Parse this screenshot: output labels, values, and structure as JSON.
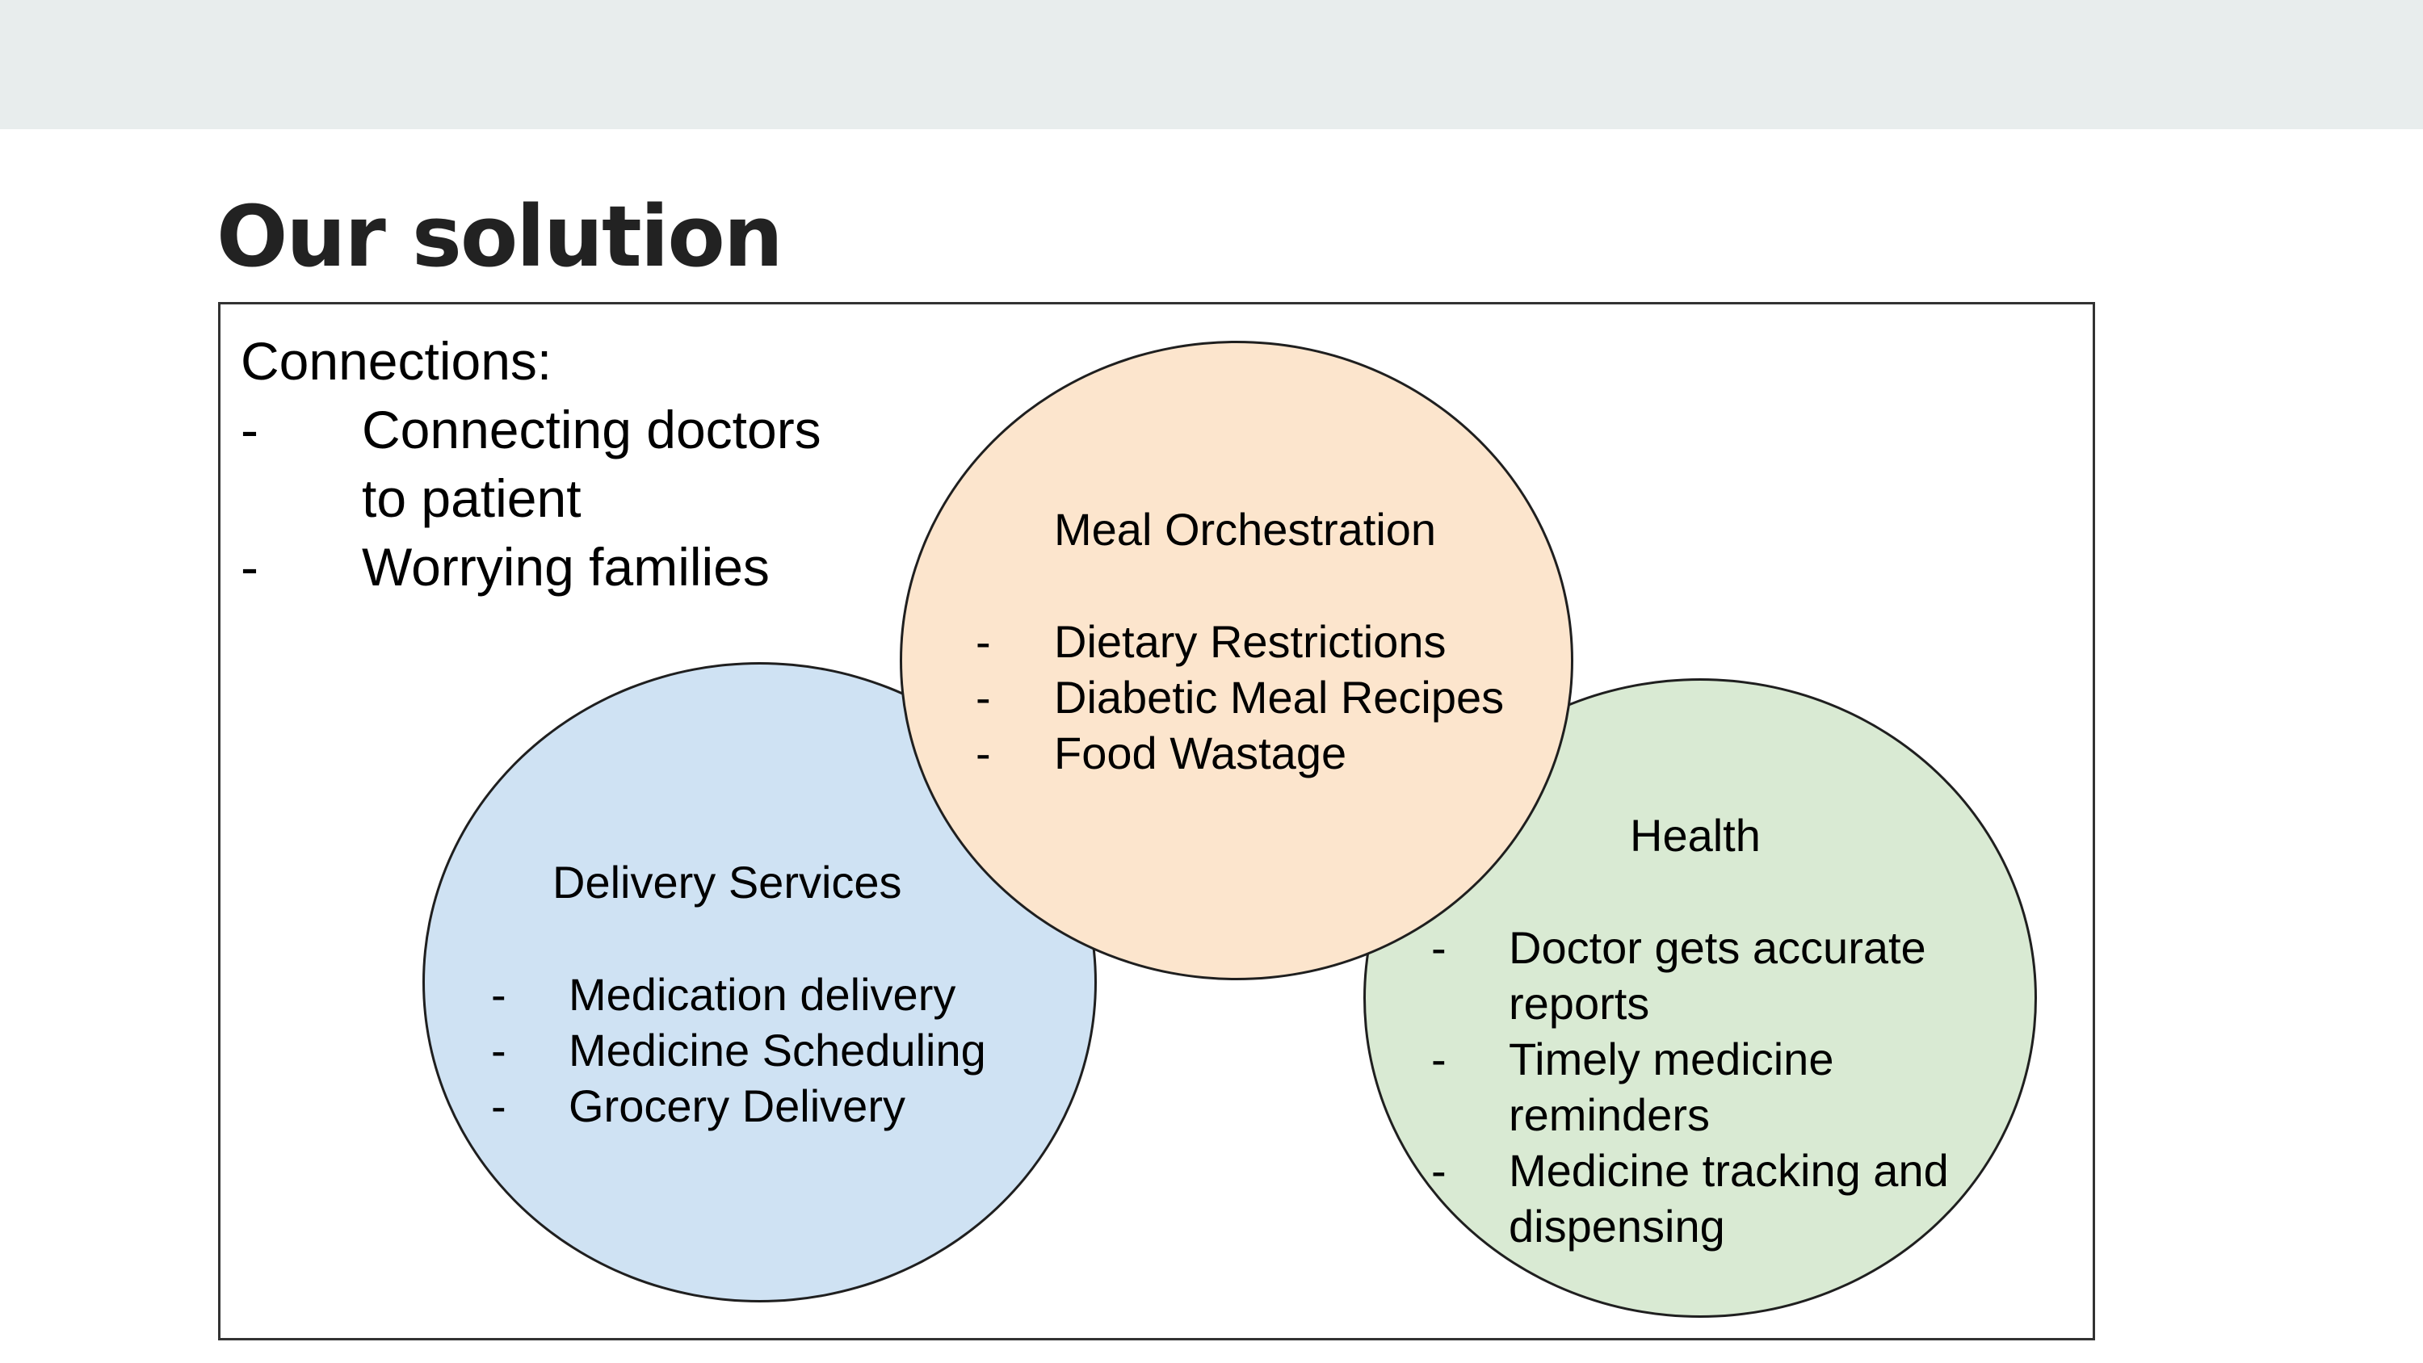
{
  "slide": {
    "title": "Our solution",
    "header_band_color": "#e8eded"
  },
  "connections": {
    "heading": "Connections:",
    "items": [
      {
        "bullet": "-",
        "lines": [
          "Connecting doctors",
          "to patient"
        ]
      },
      {
        "bullet": "-",
        "lines": [
          "Worrying families"
        ]
      }
    ]
  },
  "circles": {
    "meal": {
      "title": "Meal Orchestration",
      "fill": "#fce5cd",
      "items": [
        {
          "bullet": "-",
          "lines": [
            "Dietary Restrictions"
          ]
        },
        {
          "bullet": "-",
          "lines": [
            "Diabetic Meal Recipes"
          ]
        },
        {
          "bullet": "-",
          "lines": [
            "Food Wastage"
          ]
        }
      ]
    },
    "delivery": {
      "title": "Delivery Services",
      "fill": "#cfe2f3",
      "items": [
        {
          "bullet": "-",
          "lines": [
            "Medication delivery"
          ]
        },
        {
          "bullet": "-",
          "lines": [
            "Medicine Scheduling"
          ]
        },
        {
          "bullet": "-",
          "lines": [
            "Grocery Delivery"
          ]
        }
      ]
    },
    "health": {
      "title": "Health",
      "fill": "#d9ead3",
      "items": [
        {
          "bullet": "-",
          "lines": [
            "Doctor gets accurate",
            "reports"
          ]
        },
        {
          "bullet": "-",
          "lines": [
            "Timely medicine",
            "reminders"
          ]
        },
        {
          "bullet": "-",
          "lines": [
            "Medicine tracking and",
            "dispensing"
          ]
        }
      ]
    }
  }
}
